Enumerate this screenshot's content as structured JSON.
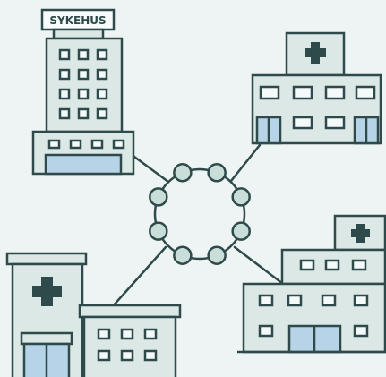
{
  "illustration": {
    "sign_text": "SYKEHUS",
    "colors": {
      "background": "#eef4f4",
      "outline": "#2e4a4a",
      "wall": "#dce8e6",
      "window": "#b7d3e8",
      "hub_node": "#c9ddd9"
    },
    "hospital_icon": "medical-cross-icon",
    "hub": {
      "node_count": 8
    },
    "buildings": [
      {
        "name": "tower-hospital-top-left",
        "has_sign": true
      },
      {
        "name": "hospital-top-right",
        "has_cross": true
      },
      {
        "name": "hospital-bottom-left",
        "has_cross": true
      },
      {
        "name": "hospital-bottom-right",
        "has_cross": true
      }
    ]
  }
}
